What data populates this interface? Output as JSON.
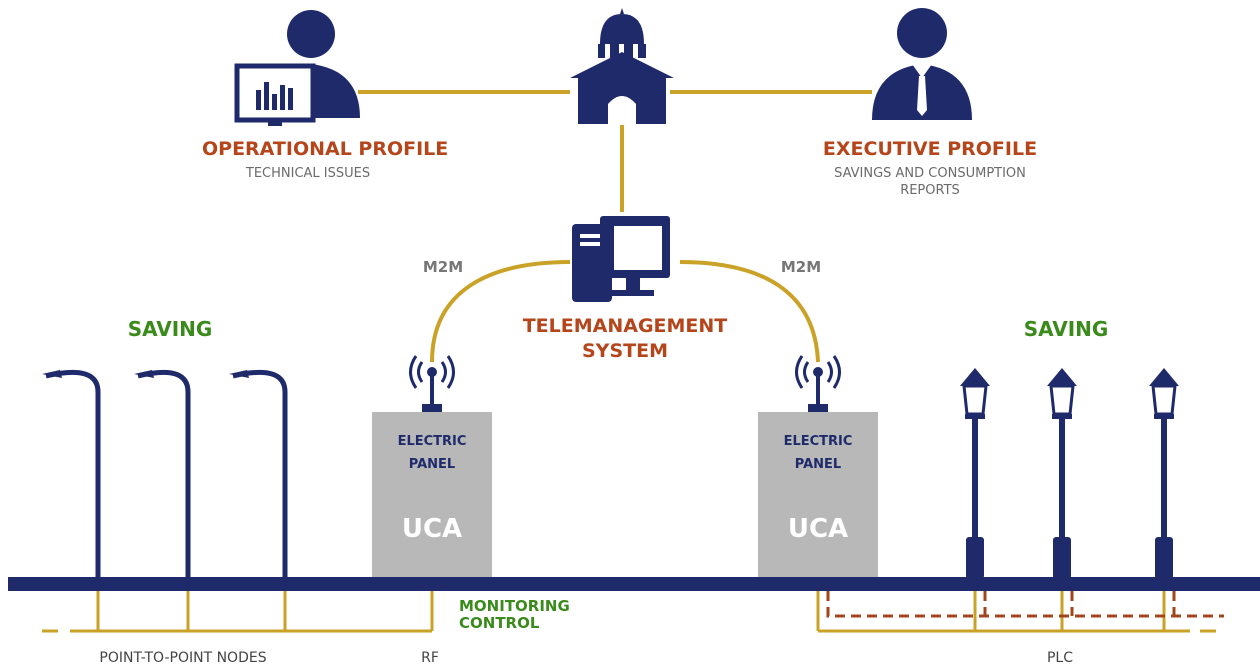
{
  "profiles": {
    "operational": {
      "title": "OPERATIONAL PROFILE",
      "subtitle": "TECHNICAL ISSUES"
    },
    "executive": {
      "title": "EXECUTIVE PROFILE",
      "subtitle_line1": "SAVINGS AND CONSUMPTION",
      "subtitle_line2": "REPORTS"
    }
  },
  "links": {
    "left": "M2M",
    "right": "M2M"
  },
  "system": {
    "line1": "TELEMANAGEMENT",
    "line2": "SYSTEM"
  },
  "saving": {
    "left": "SAVING",
    "right": "SAVING"
  },
  "panels": [
    {
      "line1": "ELECTRIC",
      "line2": "PANEL",
      "unit": "UCA"
    },
    {
      "line1": "ELECTRIC",
      "line2": "PANEL",
      "unit": "UCA"
    }
  ],
  "monitoring": {
    "line1": "MONITORING",
    "line2": "CONTROL"
  },
  "bottom": {
    "nodes": "POINT-TO-POINT NODES",
    "rf": "RF",
    "plc": "PLC"
  },
  "colors": {
    "navy": "#1f2a6b",
    "gold": "#c9a227",
    "orange": "#b5451b",
    "green": "#3a8a1c",
    "panel": "#b8b8b8",
    "dashed": "#a0461e"
  },
  "icons": [
    "operator-with-monitor-icon",
    "city-hall-icon",
    "executive-icon",
    "computer-tower-icon",
    "antenna-icon",
    "streetlight-icon",
    "lantern-lamppost-icon"
  ]
}
